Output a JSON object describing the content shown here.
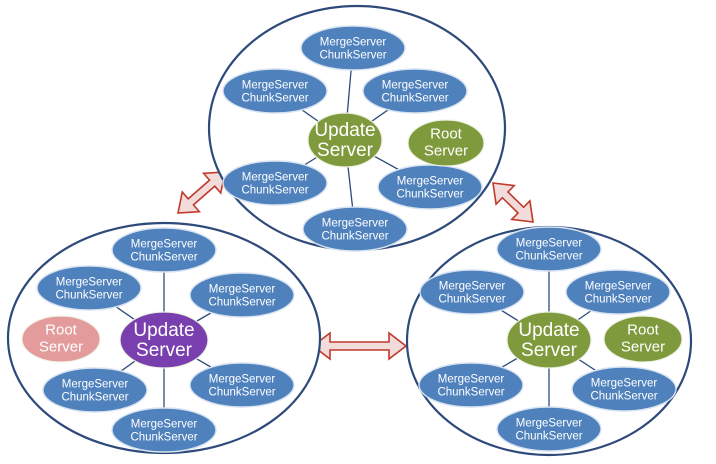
{
  "colors": {
    "cluster_border": "#2e4a7a",
    "server_blue": "#4f81bd",
    "server_blue_border": "#d7e3f1",
    "update_green": "#7f9a3c",
    "update_purple": "#7a3fae",
    "root_green": "#7f9a3c",
    "root_pink": "#e39b9b",
    "arrow_fill": "#f2dcdb",
    "arrow_stroke": "#c0392b",
    "spoke": "#2e4a7a"
  },
  "labels": {
    "merge": "MergeServer",
    "chunk": "ChunkServer",
    "update_top": "Update",
    "update_bottom": "Server",
    "root_top": "Root",
    "root_bottom": "Server"
  },
  "clusters": [
    {
      "name": "top",
      "update_color": "update_green",
      "root_color": "root_green",
      "root_active": true
    },
    {
      "name": "left",
      "update_color": "update_purple",
      "root_color": "root_pink",
      "root_active": false
    },
    {
      "name": "right",
      "update_color": "update_green",
      "root_color": "root_green",
      "root_active": true
    }
  ],
  "links": [
    {
      "from": "left",
      "to": "top"
    },
    {
      "from": "top",
      "to": "right"
    },
    {
      "from": "left",
      "to": "right"
    }
  ]
}
